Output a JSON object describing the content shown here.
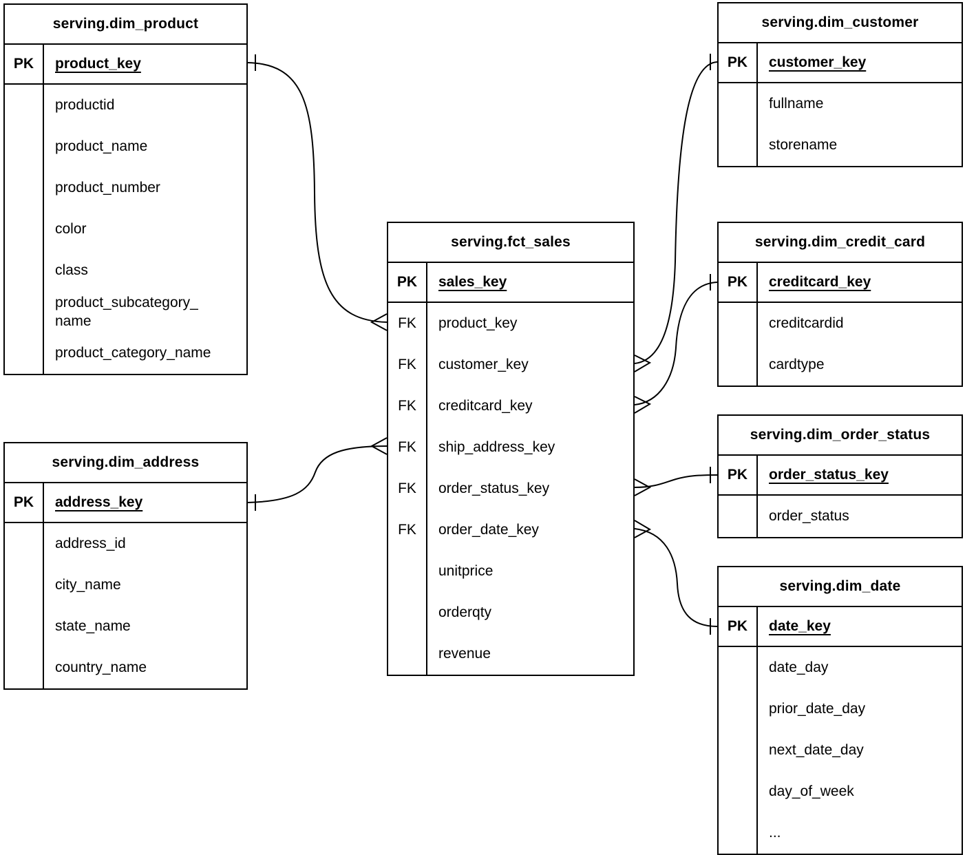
{
  "diagram": {
    "type": "entity-relationship",
    "colors": {
      "background": "#ffffff",
      "line": "#000000",
      "text": "#000000"
    }
  },
  "entities": [
    {
      "id": "dim_product",
      "title": "serving.dim_product",
      "pk_label": "PK",
      "pk_name": "product_key",
      "rows": [
        {
          "key": "",
          "name": "productid"
        },
        {
          "key": "",
          "name": "product_name"
        },
        {
          "key": "",
          "name": "product_number"
        },
        {
          "key": "",
          "name": "color"
        },
        {
          "key": "",
          "name": "class"
        },
        {
          "key": "",
          "name": "product_subcategory_\nname"
        },
        {
          "key": "",
          "name": "product_category_name"
        }
      ]
    },
    {
      "id": "dim_customer",
      "title": "serving.dim_customer",
      "pk_label": "PK",
      "pk_name": "customer_key",
      "rows": [
        {
          "key": "",
          "name": "fullname"
        },
        {
          "key": "",
          "name": "storename"
        }
      ]
    },
    {
      "id": "fct_sales",
      "title": "serving.fct_sales",
      "pk_label": "PK",
      "pk_name": "sales_key",
      "rows": [
        {
          "key": "FK",
          "name": "product_key"
        },
        {
          "key": "FK",
          "name": "customer_key"
        },
        {
          "key": "FK",
          "name": "creditcard_key"
        },
        {
          "key": "FK",
          "name": "ship_address_key"
        },
        {
          "key": "FK",
          "name": "order_status_key"
        },
        {
          "key": "FK",
          "name": "order_date_key"
        },
        {
          "key": "",
          "name": "unitprice"
        },
        {
          "key": "",
          "name": "orderqty"
        },
        {
          "key": "",
          "name": "revenue"
        }
      ]
    },
    {
      "id": "dim_credit_card",
      "title": "serving.dim_credit_card",
      "pk_label": "PK",
      "pk_name": "creditcard_key",
      "rows": [
        {
          "key": "",
          "name": "creditcardid"
        },
        {
          "key": "",
          "name": "cardtype"
        }
      ]
    },
    {
      "id": "dim_order_status",
      "title": "serving.dim_order_status",
      "pk_label": "PK",
      "pk_name": "order_status_key",
      "rows": [
        {
          "key": "",
          "name": "order_status"
        }
      ]
    },
    {
      "id": "dim_date",
      "title": "serving.dim_date",
      "pk_label": "PK",
      "pk_name": "date_key",
      "rows": [
        {
          "key": "",
          "name": "date_day"
        },
        {
          "key": "",
          "name": "prior_date_day"
        },
        {
          "key": "",
          "name": "next_date_day"
        },
        {
          "key": "",
          "name": "day_of_week"
        },
        {
          "key": "",
          "name": "..."
        }
      ]
    },
    {
      "id": "dim_address",
      "title": "serving.dim_address",
      "pk_label": "PK",
      "pk_name": "address_key",
      "rows": [
        {
          "key": "",
          "name": "address_id"
        },
        {
          "key": "",
          "name": "city_name"
        },
        {
          "key": "",
          "name": "state_name"
        },
        {
          "key": "",
          "name": "country_name"
        }
      ]
    }
  ],
  "relationships": [
    {
      "one_side": "serving.dim_product.product_key",
      "many_side": "serving.fct_sales.product_key",
      "cardinality": "one-to-many"
    },
    {
      "one_side": "serving.dim_address.address_key",
      "many_side": "serving.fct_sales.ship_address_key",
      "cardinality": "one-to-many"
    },
    {
      "one_side": "serving.dim_customer.customer_key",
      "many_side": "serving.fct_sales.customer_key",
      "cardinality": "one-to-many"
    },
    {
      "one_side": "serving.dim_credit_card.creditcard_key",
      "many_side": "serving.fct_sales.creditcard_key",
      "cardinality": "one-to-many"
    },
    {
      "one_side": "serving.dim_order_status.order_status_key",
      "many_side": "serving.fct_sales.order_status_key",
      "cardinality": "one-to-many"
    },
    {
      "one_side": "serving.dim_date.date_key",
      "many_side": "serving.fct_sales.order_date_key",
      "cardinality": "one-to-many"
    }
  ]
}
